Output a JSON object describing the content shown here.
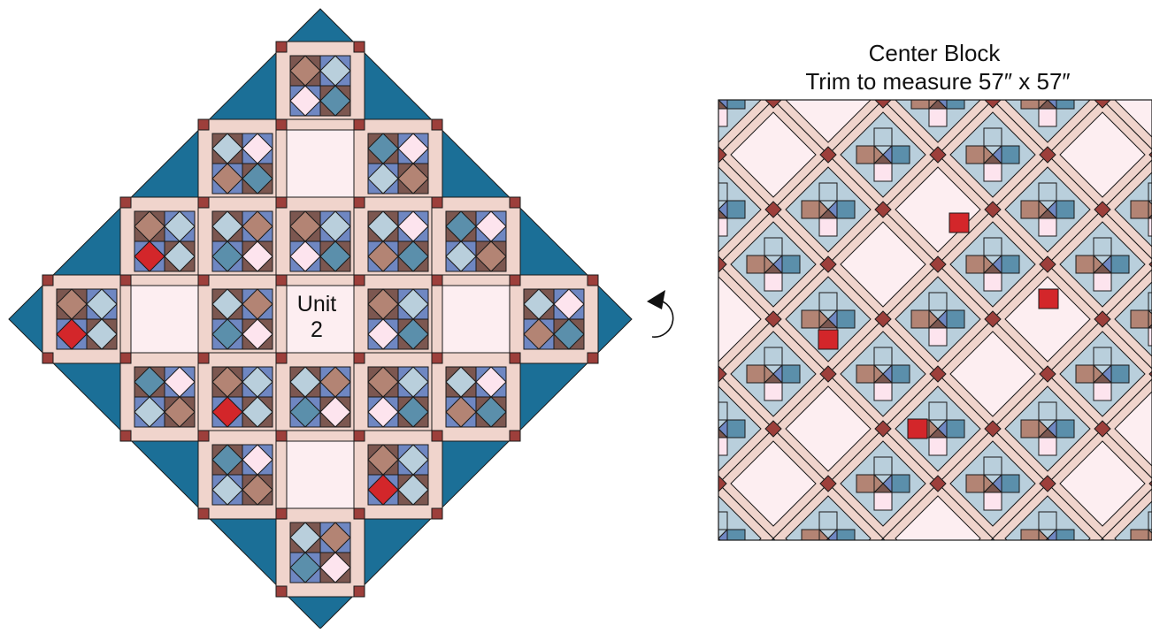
{
  "unit_label": {
    "line1": "Unit",
    "line2": "2"
  },
  "center_block": {
    "title": "Center Block",
    "subtitle": "Trim to measure 57″ x 57″"
  },
  "colors": {
    "setting_blue": "#1b6f97",
    "sashing": "#f0d4cc",
    "cornerstone": "#9d3f3b",
    "background": "#fdeef1",
    "light_pink": "#fde4ee",
    "light_blue": "#b9cfdc",
    "mid_blue": "#5b8fab",
    "periwinkle": "#6f87c2",
    "brown": "#b38474",
    "dark_brown": "#7c5750",
    "red": "#d3262a",
    "outline": "#1a1a1a"
  },
  "icons": {
    "rotate": "counterclockwise-rotate-arrow-icon"
  }
}
